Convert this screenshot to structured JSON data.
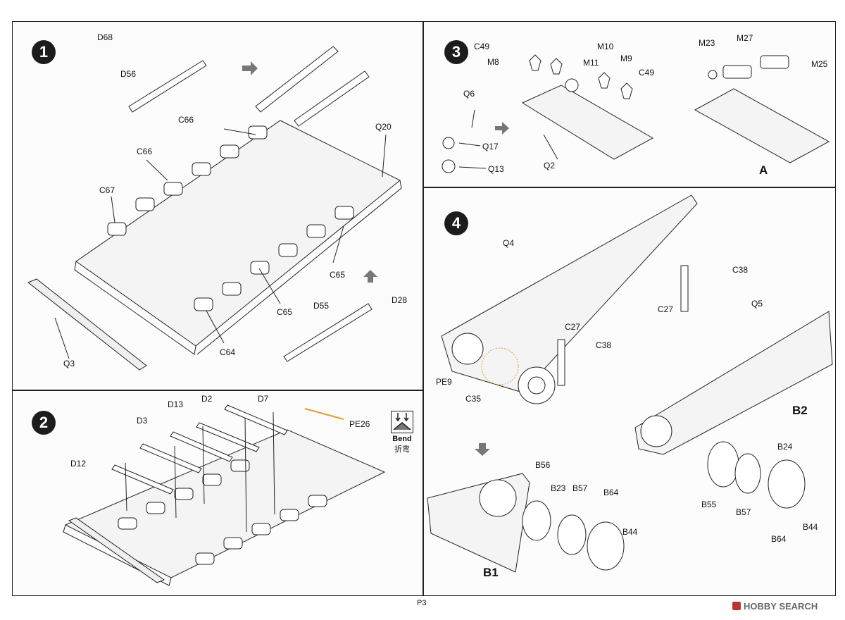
{
  "steps": {
    "s1": "1",
    "s2": "2",
    "s3": "3",
    "s4": "4"
  },
  "panel1": {
    "labels": [
      "D68",
      "D56",
      "C66",
      "C66",
      "C67",
      "Q20",
      "C65",
      "C65",
      "C64",
      "D55",
      "D28",
      "Q3"
    ]
  },
  "panel2": {
    "labels": [
      "D13",
      "D2",
      "D7",
      "D3",
      "PE26",
      "D12"
    ],
    "bend_en": "Bend",
    "bend_zh": "折弯"
  },
  "panel3": {
    "labels": [
      "C49",
      "M8",
      "M10",
      "M11",
      "M9",
      "C49",
      "M23",
      "M27",
      "M25",
      "Q6",
      "Q17",
      "Q13",
      "Q2"
    ],
    "sub": "A"
  },
  "panel4": {
    "labels": [
      "Q4",
      "C38",
      "C27",
      "C27",
      "C38",
      "Q5",
      "PE9",
      "C35",
      "B56",
      "B23",
      "B57",
      "B64",
      "B44",
      "B24",
      "B55",
      "B57",
      "B64",
      "B44"
    ],
    "sub1": "B1",
    "sub2": "B2"
  },
  "page": "P3",
  "watermark": "HOBBY SEARCH"
}
